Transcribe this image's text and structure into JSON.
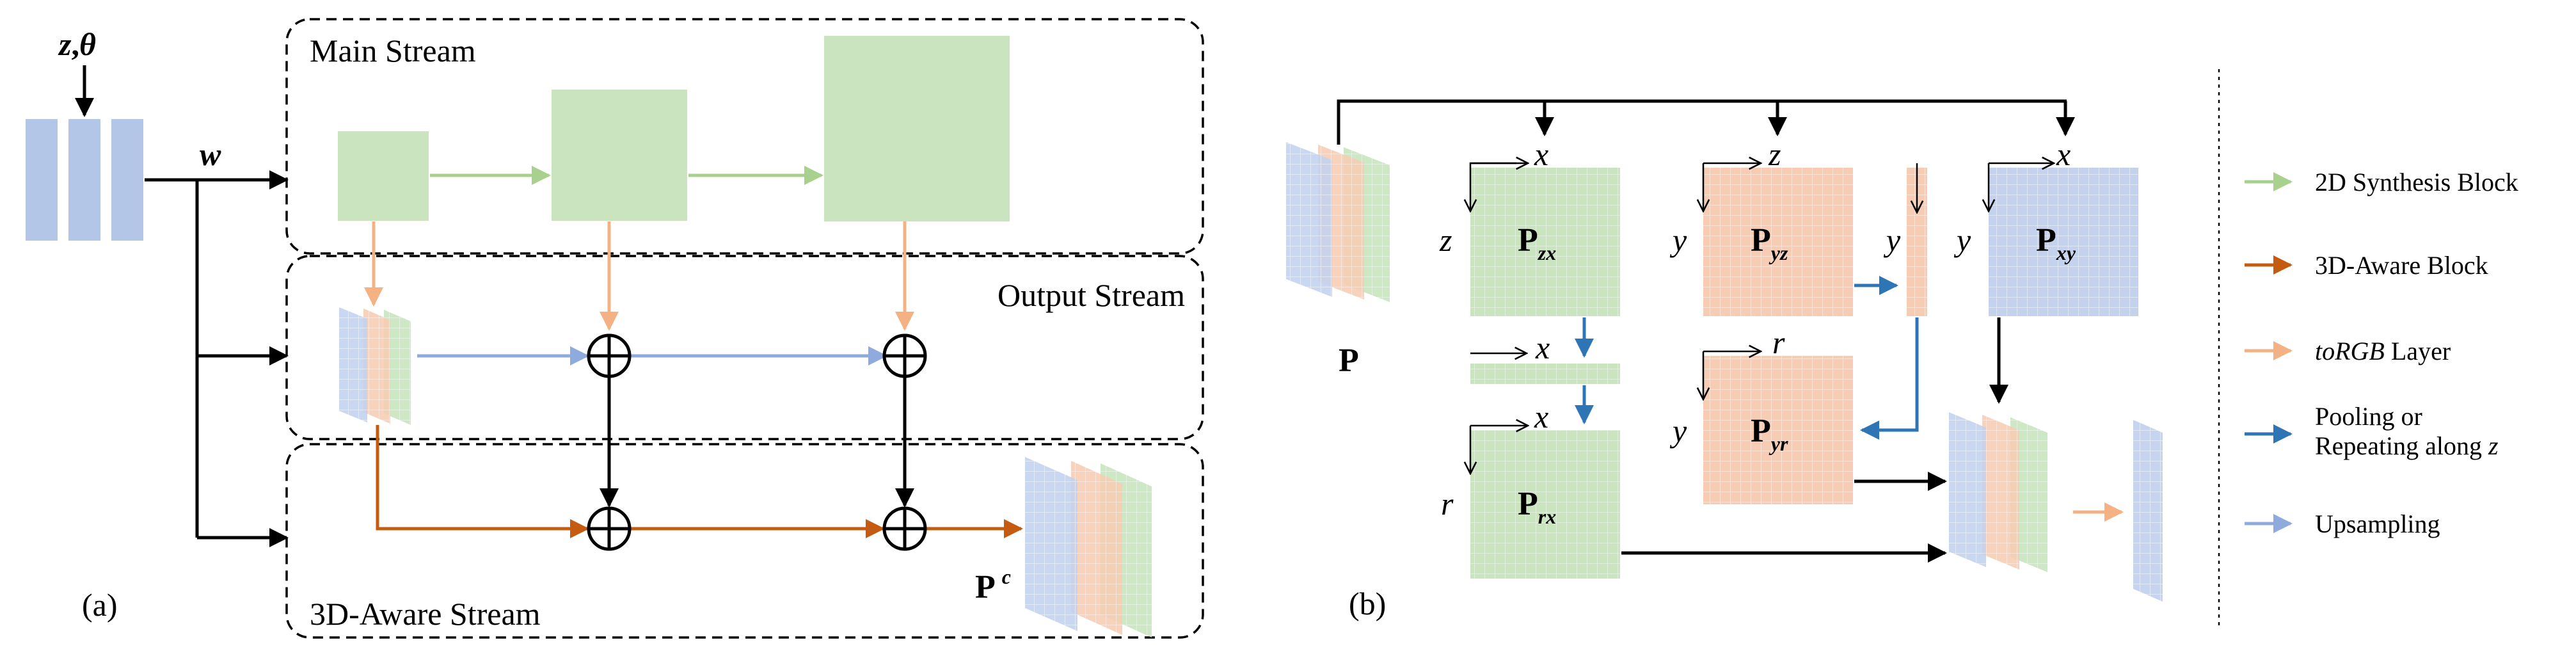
{
  "colors": {
    "green": "#c9e4bf",
    "orange": "#f6cdb4",
    "blue": "#b4c6e8",
    "dark_orange": "#c55a11",
    "light_orange": "#f4b183",
    "mid_blue": "#2e75b6",
    "light_blue": "#8faadc",
    "light_green": "#a9d18e"
  },
  "panel_a": {
    "input_label_z": "z",
    "input_label_theta": "θ",
    "w_label": "w",
    "main_stream_title": "Main Stream",
    "output_stream_title": "Output Stream",
    "aware_stream_title": "3D-Aware Stream",
    "output_label": "P",
    "output_label_sup": "c",
    "panel_label": "(a)"
  },
  "panel_b": {
    "input_label": "P",
    "panel_label": "(b)",
    "planes": {
      "zx": {
        "name": "P",
        "sub": "zx",
        "h_axis": "x",
        "v_axis": "z"
      },
      "yz": {
        "name": "P",
        "sub": "yz",
        "h_axis": "z",
        "v_axis": "y"
      },
      "xy": {
        "name": "P",
        "sub": "xy",
        "h_axis": "x",
        "v_axis": "y"
      },
      "rx": {
        "name": "P",
        "sub": "rx",
        "h_axis": "x",
        "v_axis": "r"
      },
      "yr": {
        "name": "P",
        "sub": "yr",
        "h_axis": "r",
        "v_axis": "y"
      }
    },
    "strip_x_label": "x",
    "strip_y_label": "y"
  },
  "legend": {
    "items": [
      {
        "label": "2D Synthesis Block",
        "color": "#a9d18e"
      },
      {
        "label": "3D-Aware Block",
        "color": "#c55a11"
      },
      {
        "label_italic": "toRGB",
        "label": " Layer",
        "color": "#f4b183"
      },
      {
        "label_line1": "Pooling or",
        "label_line2": "Repeating along ",
        "label_line2_italic": "z",
        "color": "#2e75b6"
      },
      {
        "label": "Upsampling",
        "color": "#8faadc"
      }
    ]
  }
}
